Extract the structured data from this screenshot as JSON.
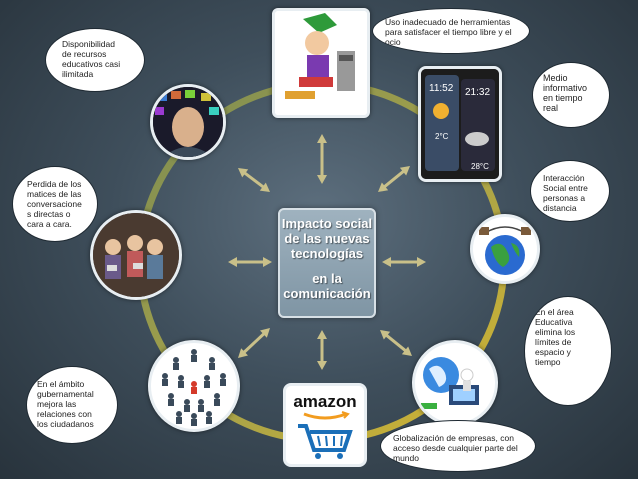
{
  "center": {
    "title_line1": "Impacto social",
    "title_line2": "de las nuevas",
    "title_line3": "tecnologías",
    "sub_line1": "en la",
    "sub_line2": "comunicación"
  },
  "bubbles": [
    {
      "id": "disponibilidad",
      "lines": [
        "Disponibilidad",
        "de recursos",
        "educativos casi",
        "ilimitada"
      ]
    },
    {
      "id": "uso-inadecuado",
      "lines": [
        "Uso inadecuado de herramientas",
        "para satisfacer el tiempo libre y el",
        "ocio"
      ]
    },
    {
      "id": "medio-informativo",
      "lines": [
        "Medio",
        "informativo",
        "en tiempo",
        "real"
      ]
    },
    {
      "id": "perdida",
      "lines": [
        "Perdida de  los",
        "matices de las",
        "conversacione",
        "s directas o",
        "cara a cara."
      ]
    },
    {
      "id": "interaccion",
      "lines": [
        "Interacción",
        "Social entre",
        "personas a",
        "distancia"
      ]
    },
    {
      "id": "educativa",
      "lines": [
        "En el área",
        "Educativa",
        "elimina los",
        "límites de",
        "espacio y",
        "tiempo"
      ]
    },
    {
      "id": "gubernamental",
      "lines": [
        "En el ámbito",
        "gubernamental",
        "mejora las",
        "relaciones con",
        "los ciudadanos"
      ]
    },
    {
      "id": "globalizacion",
      "lines": [
        "Globalización de empresas, con",
        "acceso desde cualquier parte del",
        "mundo"
      ]
    }
  ],
  "images": {
    "amazon_word": "amazon",
    "weather_time1": "11:52",
    "weather_time2": "21:32",
    "weather_temp1": "2°C",
    "weather_temp2": "28°C"
  },
  "colors": {
    "ring_olive": "#8f9a55",
    "ring_gold": "#c9b23c",
    "arrow": "#c9c089",
    "center_fill": "#8a9fae"
  }
}
